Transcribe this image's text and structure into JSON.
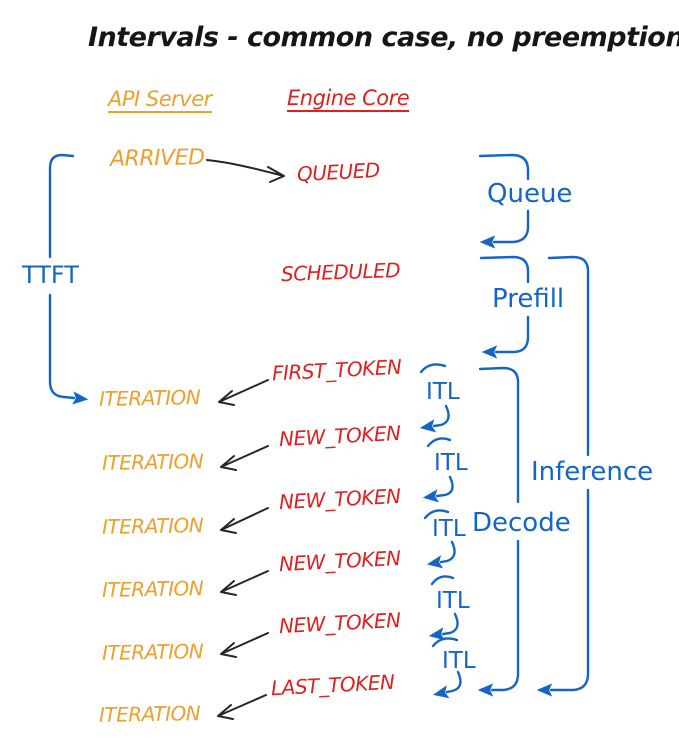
{
  "title": "Intervals - common case, no preemptions",
  "colors": {
    "orange": "#EE9F2D",
    "red": "#E02020",
    "blue": "#1565C7",
    "black": "#222222",
    "background": "#FFFFFF"
  },
  "columns": {
    "api_server": "API Server",
    "engine_core": "Engine Core"
  },
  "api_events": {
    "arrived": "ARRIVED",
    "iterations": [
      "ITERATION",
      "ITERATION",
      "ITERATION",
      "ITERATION",
      "ITERATION",
      "ITERATION"
    ]
  },
  "engine_events": {
    "queued": "QUEUED",
    "scheduled": "SCHEDULED",
    "first_token": "FIRST_TOKEN",
    "new_tokens": [
      "NEW_TOKEN",
      "NEW_TOKEN",
      "NEW_TOKEN",
      "NEW_TOKEN"
    ],
    "last_token": "LAST_TOKEN"
  },
  "intervals": {
    "ttft": "TTFT",
    "queue": "Queue",
    "prefill": "Prefill",
    "decode": "Decode",
    "inference": "Inference",
    "itl_labels": [
      "ITL",
      "ITL",
      "ITL",
      "ITL",
      "ITL"
    ]
  }
}
